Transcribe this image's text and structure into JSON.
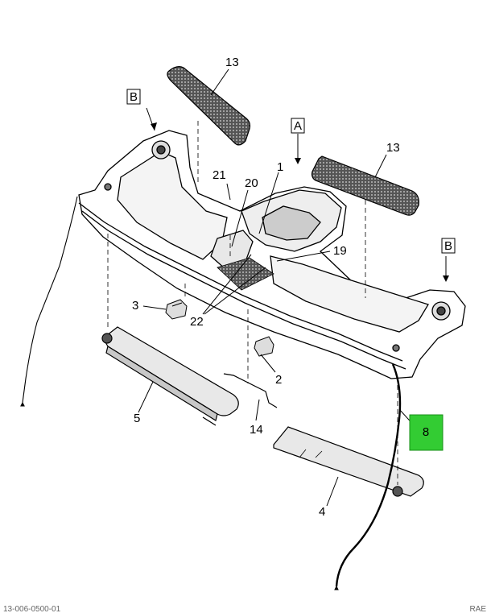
{
  "diagram": {
    "callouts": {
      "c1": "1",
      "c2": "2",
      "c3": "3",
      "c4": "4",
      "c5": "5",
      "c13a": "13",
      "c13b": "13",
      "c14": "14",
      "c19": "19",
      "c20": "20",
      "c21": "21",
      "c22": "22"
    },
    "view_boxes": {
      "b_left": "B",
      "a_center": "A",
      "b_right": "B"
    },
    "highlight": {
      "label": "8",
      "color": "#33cc33"
    },
    "footer": {
      "left": "13-006-0500-01",
      "right": "RAE"
    }
  }
}
